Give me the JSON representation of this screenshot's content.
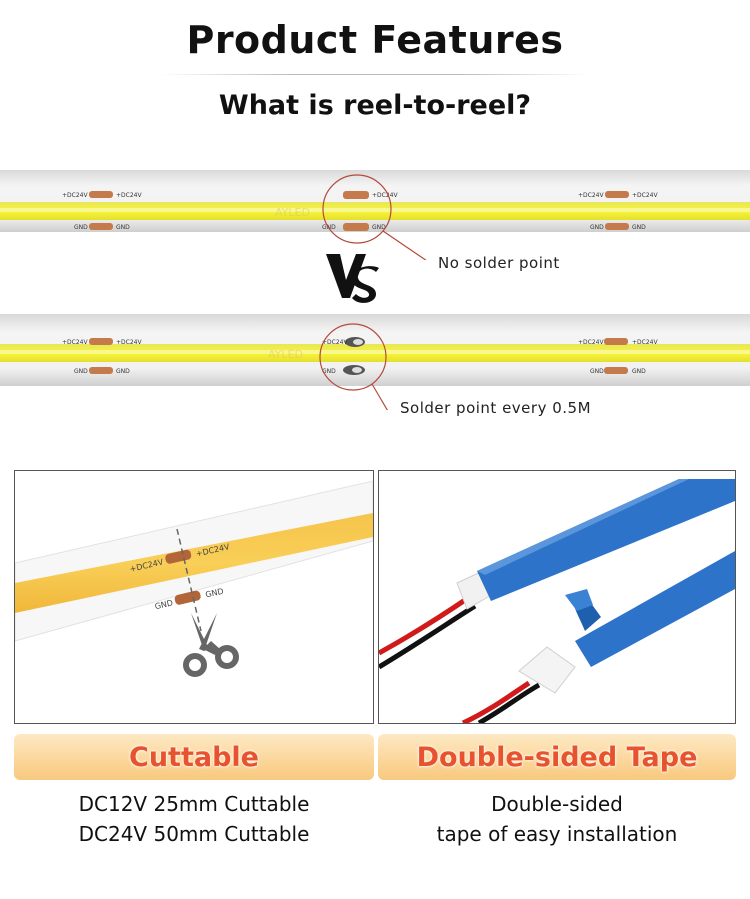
{
  "header": {
    "title": "Product Features",
    "subtitle": "What is reel-to-reel?"
  },
  "comparison": {
    "vs_label": "VS",
    "strip_labels": {
      "positive": "+DC24V",
      "ground": "GND",
      "watermark": "AYLED"
    },
    "callout_top": "No solder point",
    "callout_bottom": "Solder point every 0.5M",
    "colors": {
      "callout_line": "#b34a3e",
      "led_yellow": "#f4f23a",
      "pad_copper": "#c47a4a"
    }
  },
  "features": [
    {
      "banner": "Cuttable",
      "lines": [
        "DC12V 25mm Cuttable",
        "DC24V 50mm Cuttable"
      ],
      "image_labels": {
        "positive": "+DC24V",
        "ground": "GND"
      },
      "icon": "scissors-icon"
    },
    {
      "banner": "Double-sided Tape",
      "lines": [
        "Double-sided",
        "tape of easy installation"
      ],
      "icon": "tape-strip-illustration"
    }
  ],
  "colors": {
    "banner_text": "#e7532e",
    "banner_bg": "#fbd79c",
    "tape_blue": "#2c73c9",
    "wire_red": "#d11a1a"
  }
}
